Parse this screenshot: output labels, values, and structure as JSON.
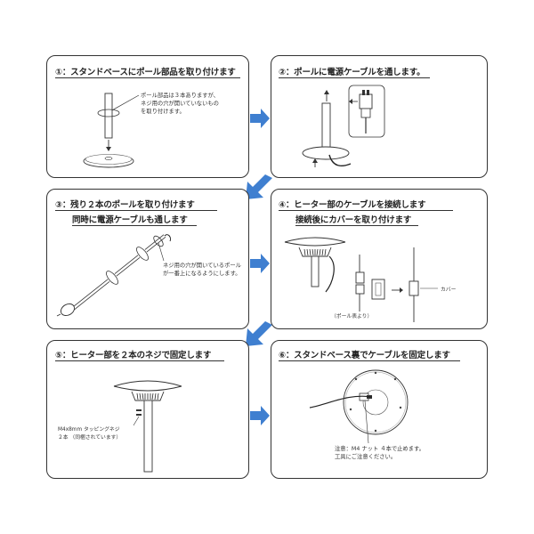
{
  "steps": [
    {
      "num": "①",
      "title": "：スタンドベースにポール部品を取り付けます",
      "note_lines": [
        "ポール部品は３本ありますが、",
        "ネジ用の穴が開いていないもの",
        "を取り付けます。"
      ]
    },
    {
      "num": "②",
      "title": "：ポールに電源ケーブルを通します。"
    },
    {
      "num": "③",
      "title_line1": "：残り２本のポールを取り付けます",
      "title_line2": "同時に電源ケーブルも通します",
      "note_lines": [
        "ネジ用の穴が開いているポール",
        "が一番上になるようにします。"
      ]
    },
    {
      "num": "④",
      "title_line1": "：ヒーター部のケーブルを接続します",
      "title_line2": "接続後にカバーを取り付けます",
      "cover_label": "カバー",
      "pole_label": "（ポール表より）"
    },
    {
      "num": "⑤",
      "title": "：ヒーター部を２本のネジで固定します",
      "screw_line1": "M4x8mm  タッピングネジ",
      "screw_line2": "２本  （同梱されています）"
    },
    {
      "num": "⑥",
      "title": "：スタンドベース裏でケーブルを固定します",
      "note_lines": [
        "注意：M4 ナット ４本で止めます。",
        "工具にご注意ください。"
      ]
    }
  ],
  "colors": {
    "arrow_blue": "#3f7fd0",
    "border": "#333333"
  },
  "icons": [
    "arrow-right-icon",
    "arrow-down-left-icon"
  ]
}
